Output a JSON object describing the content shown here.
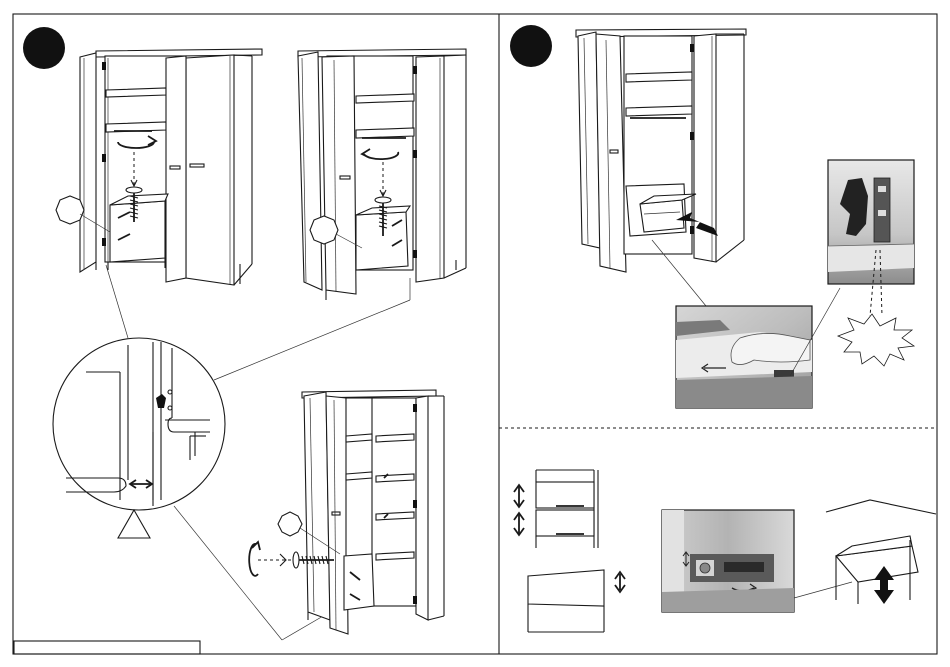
{
  "steps": [
    {
      "number": ""
    },
    {
      "number": ""
    }
  ],
  "icons": {
    "step_badge": "black-circle",
    "screw_count_tag": "octagon",
    "warning": "triangle",
    "callout": "starburst",
    "rotate_arrow": "circular-arrow",
    "adjust_arrow": "double-vertical-arrow"
  },
  "colors": {
    "line": "#1a1a1a",
    "background": "#ffffff",
    "photo_tone": "#b9b9b9"
  }
}
